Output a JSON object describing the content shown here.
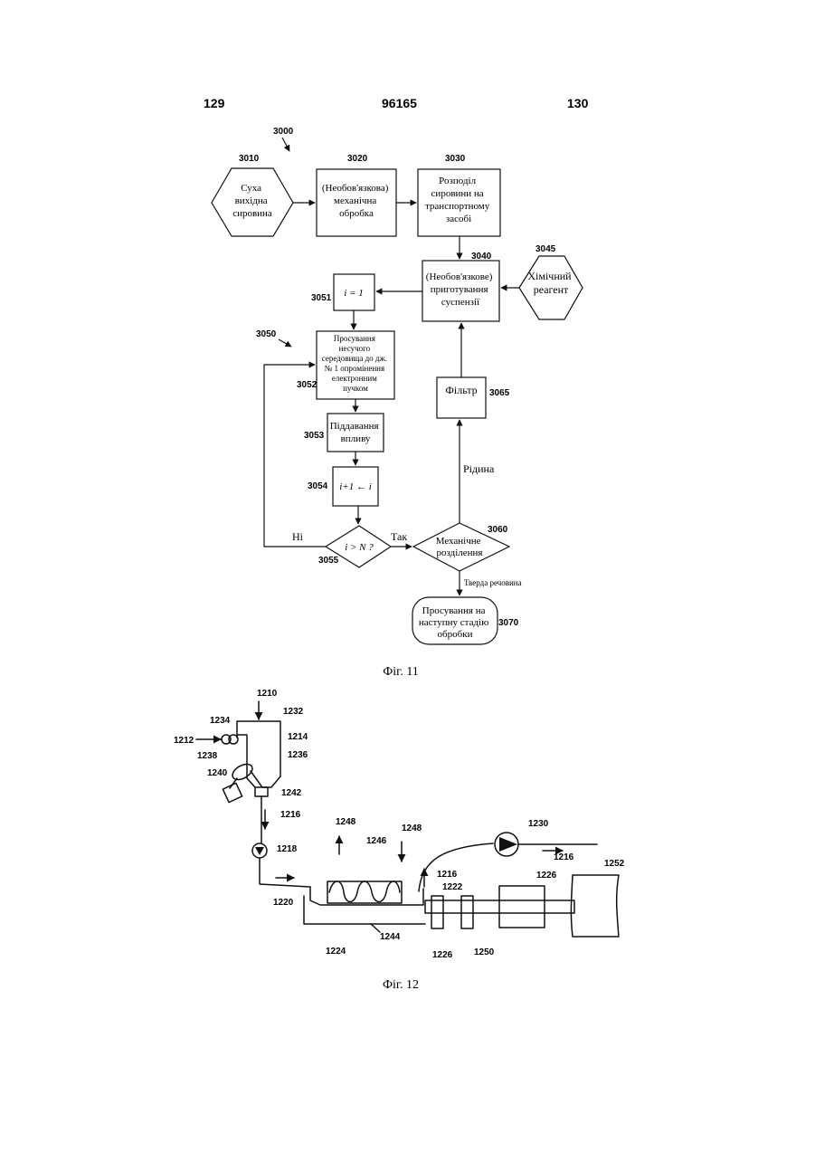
{
  "header": {
    "left_page": "129",
    "patent_number": "96165",
    "right_page": "130"
  },
  "fig11": {
    "ref_main": "3000",
    "n3010": "3010",
    "t3010": [
      "Суха",
      "вихідна",
      "сировина"
    ],
    "n3020": "3020",
    "t3020": [
      "(Необов'язкова)",
      "механічна",
      "обробка"
    ],
    "n3030": "3030",
    "t3030": [
      "Розподіл",
      "сировини на",
      "транспортному",
      "засобі"
    ],
    "n3040": "3040",
    "t3040": [
      "(Необов'язкове)",
      "приготування",
      "суспензії"
    ],
    "n3045": "3045",
    "t3045": [
      "Хімічний",
      "реагент"
    ],
    "n3050": "3050",
    "n3051": "3051",
    "t3051": "i = 1",
    "n3052": "3052",
    "t3052": [
      "Просування",
      "несучого",
      "середовища до дж.",
      "№ 1 опромінення",
      "електронним",
      "пучком"
    ],
    "n3053": "3053",
    "t3053": [
      "Піддавання",
      "впливу"
    ],
    "n3054": "3054",
    "t3054": "i+1 ← i",
    "n3055": "3055",
    "t3055": "i > N ?",
    "n3060": "3060",
    "t3060": [
      "Механічне",
      "розділення"
    ],
    "n3065": "3065",
    "t3065": "Фільтр",
    "n3070": "3070",
    "t3070": [
      "Просування на",
      "наступну стадію",
      "обробки"
    ],
    "lbl_no": "Ні",
    "lbl_yes": "Так",
    "lbl_liquid": "Рідина",
    "lbl_solid": "Тверда речовина",
    "caption": "Фіг. 11"
  },
  "fig12": {
    "r1210": "1210",
    "r1212": "1212",
    "r1214": "1214",
    "r1216a": "1216",
    "r1216b": "1216",
    "r1216c": "1216",
    "r1218": "1218",
    "r1220": "1220",
    "r1222": "1222",
    "r1224": "1224",
    "r1226a": "1226",
    "r1226b": "1226",
    "r1230": "1230",
    "r1232": "1232",
    "r1234": "1234",
    "r1236": "1236",
    "r1238": "1238",
    "r1240": "1240",
    "r1242": "1242",
    "r1244": "1244",
    "r1246": "1246",
    "r1248a": "1248",
    "r1248b": "1248",
    "r1250": "1250",
    "r1252": "1252",
    "caption": "Фіг. 12"
  }
}
